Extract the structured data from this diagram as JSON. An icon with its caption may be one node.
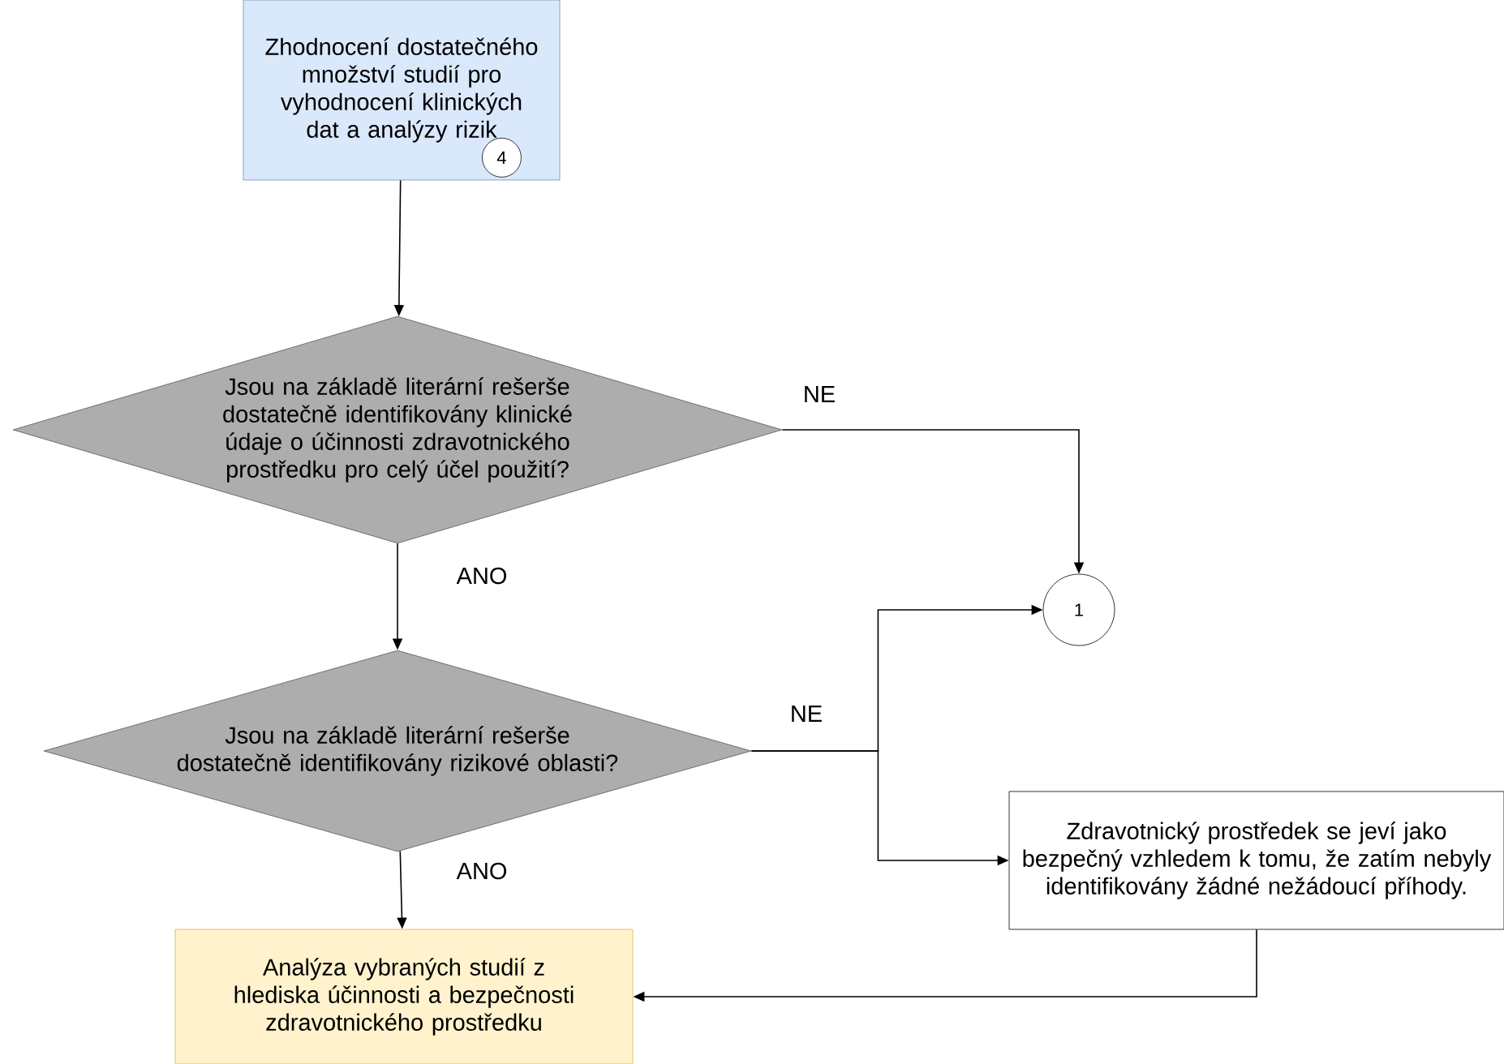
{
  "diagram": {
    "nodes": [
      {
        "text": [
          "Zhodnocení dostatečného množství studií pro vyhodnocení klinických dat a analýzy rizik"
        ]
      },
      {
        "text": [
          "4"
        ],
        "in": 0
      },
      {
        "text": [
          "Jsou na základě literární rešerše dostatečně identifikovány klinické údaje o účinnosti zdravotnického prostředku pro celý účel použití?"
        ]
      },
      {
        "text": [
          "1"
        ]
      },
      {
        "text": [
          "Jsou na základě literární rešerše dostatečně identifikovány rizikové oblasti?"
        ]
      },
      {
        "text": [
          "Zdravotnický prostředek se jeví jako bezpečný vzhledem k tomu, že zatím nebyly identifikovány žádné nežádoucí příhody."
        ]
      },
      {
        "text": [
          "Analýza vybraných studií z hlediska účinnosti a bezpečnosti zdravotnického prostředku"
        ]
      }
    ],
    "edges": [
      {
        "from": 0,
        "to": 2,
        "arrow": "to"
      },
      {
        "from": 2,
        "to": 3,
        "arrow": "to",
        "label": "NE"
      },
      {
        "from": 2,
        "to": 4,
        "arrow": "to",
        "label": "ANO"
      },
      {
        "from": 4,
        "to": 3,
        "arrow": "to",
        "label": "NE"
      },
      {
        "from": 4,
        "to": 5,
        "arrow": "to"
      },
      {
        "from": 4,
        "to": 6,
        "arrow": "to",
        "label": "ANO"
      },
      {
        "from": 5,
        "to": 6,
        "arrow": "to"
      }
    ]
  }
}
